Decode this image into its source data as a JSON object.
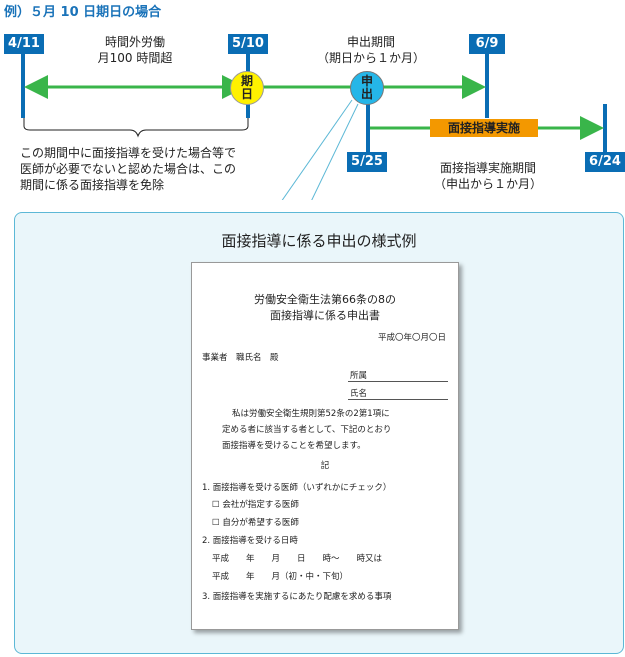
{
  "title": "例）５月 10 日期日の場合",
  "dates": {
    "d1": "4/11",
    "d2": "5/10",
    "d3": "6/9",
    "d4": "5/25",
    "d5": "6/24"
  },
  "overtime_label": [
    "時間外労働",
    "月100 時間超"
  ],
  "request_period_label": [
    "申出期間",
    "（期日から１か月）"
  ],
  "deadline_marker": [
    "期",
    "日"
  ],
  "request_marker": [
    "申",
    "出"
  ],
  "interview_badge": "面接指導実施",
  "interview_period_label": [
    "面接指導実施期間",
    "（申出から１か月）"
  ],
  "exemption_note": [
    "この期間中に面接指導を受けた場合等で",
    "医師が必要でないと認めた場合は、この",
    "期間に係る面接指導を免除"
  ],
  "panel_title": "面接指導に係る申出の様式例",
  "form": {
    "heading1": "労働安全衛生法第66条の8の",
    "heading2": "面接指導に係る申出書",
    "date_line": "平成〇年〇月〇日",
    "addressee": "事業者　職氏名　殿",
    "affiliation": "所属",
    "name": "氏名",
    "body": [
      "私は労働安全衛生規則第52条の2第1項に",
      "定める者に該当する者として、下記のとおり",
      "面接指導を受けることを希望します。"
    ],
    "ki": "記",
    "item1": "1. 面接指導を受ける医師（いずれかにチェック）",
    "item1_opt1": "☐ 会社が指定する医師",
    "item1_opt2": "☐ 自分が希望する医師",
    "item2": "2. 面接指導を受ける日時",
    "item2_line1": "平成　　年　　月　　日　　時～　　時又は",
    "item2_line2": "平成　　年　　月（初・中・下旬）",
    "item3": "3. 面接指導を実施するにあたり配慮を求める事項"
  },
  "colors": {
    "date_blue": "#0a6db4",
    "arrow_green": "#39b54a",
    "deadline_yellow": "#fff100",
    "request_cyan": "#25b6e8",
    "badge_orange": "#f39800",
    "panel_bg": "#eaf6fa"
  }
}
